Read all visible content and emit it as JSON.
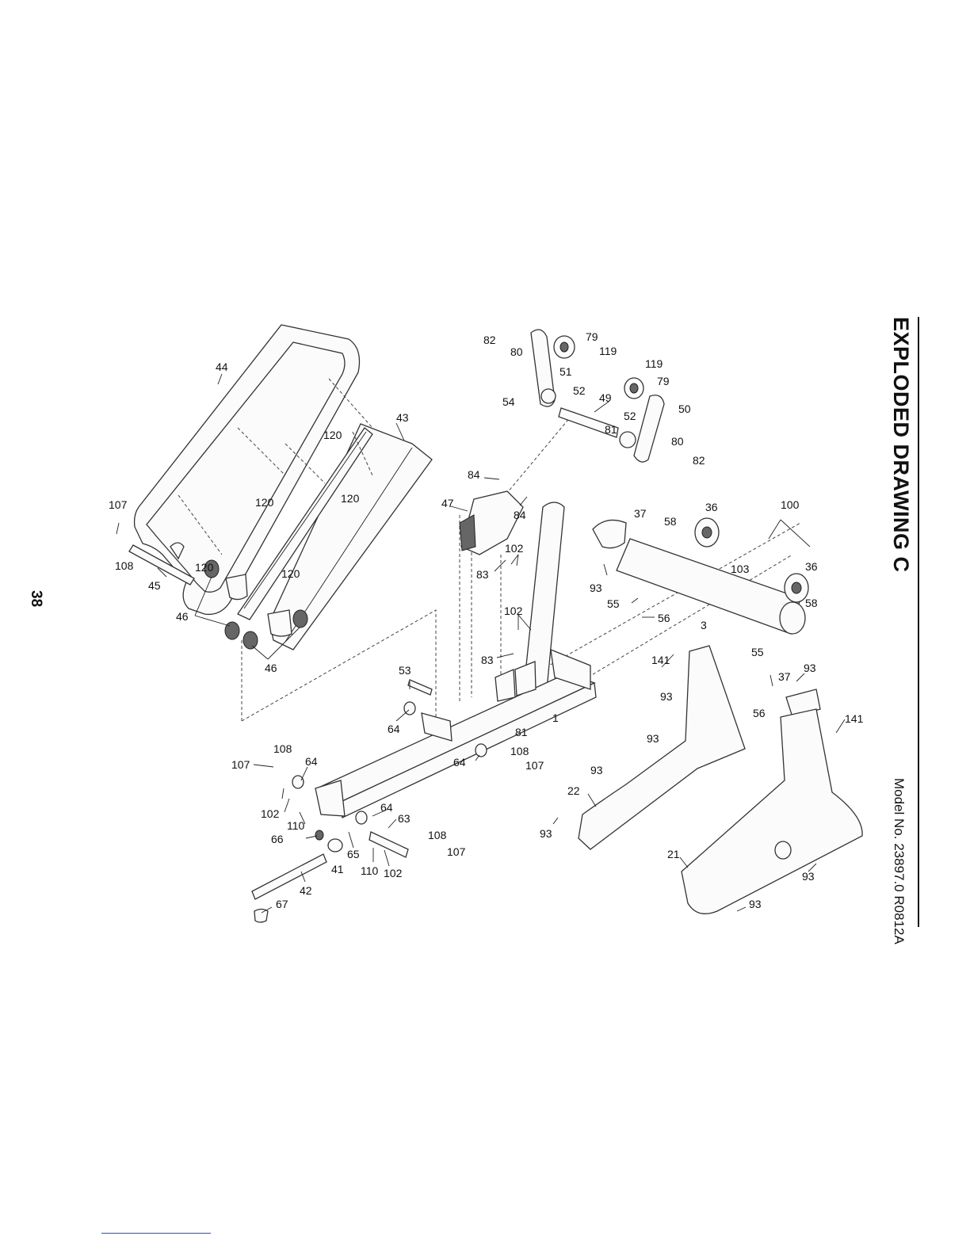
{
  "title": "EXPLODED DRAWING C",
  "model": "Model No. 23897.0 R0812A",
  "page_number": "38",
  "callouts": {
    "c1": "1",
    "c3": "3",
    "c21": "21",
    "c22": "22",
    "c36a": "36",
    "c36b": "36",
    "c37a": "37",
    "c37b": "37",
    "c41": "41",
    "c42": "42",
    "c43": "43",
    "c44": "44",
    "c45": "45",
    "c46a": "46",
    "c46b": "46",
    "c47": "47",
    "c49": "49",
    "c50": "50",
    "c51": "51",
    "c52a": "52",
    "c52b": "52",
    "c53": "53",
    "c54": "54",
    "c55a": "55",
    "c55b": "55",
    "c56a": "56",
    "c56b": "56",
    "c58a": "58",
    "c58b": "58",
    "c63": "63",
    "c64a": "64",
    "c64b": "64",
    "c64c": "64",
    "c64d": "64",
    "c65": "65",
    "c66": "66",
    "c67": "67",
    "c79a": "79",
    "c79b": "79",
    "c80a": "80",
    "c80b": "80",
    "c81a": "81",
    "c81b": "81",
    "c82a": "82",
    "c82b": "82",
    "c83a": "83",
    "c83b": "83",
    "c84a": "84",
    "c84b": "84",
    "c93a": "93",
    "c93b": "93",
    "c93c": "93",
    "c93d": "93",
    "c93e": "93",
    "c93f": "93",
    "c93g": "93",
    "c93h": "93",
    "c100": "100",
    "c102a": "102",
    "c102b": "102",
    "c102c": "102",
    "c102d": "102",
    "c103": "103",
    "c107a": "107",
    "c107b": "107",
    "c107c": "107",
    "c107d": "107",
    "c108a": "108",
    "c108b": "108",
    "c108c": "108",
    "c108d": "108",
    "c110a": "110",
    "c110b": "110",
    "c119a": "119",
    "c119b": "119",
    "c120a": "120",
    "c120b": "120",
    "c120c": "120",
    "c120d": "120",
    "c120e": "120",
    "c141a": "141",
    "c141b": "141"
  }
}
